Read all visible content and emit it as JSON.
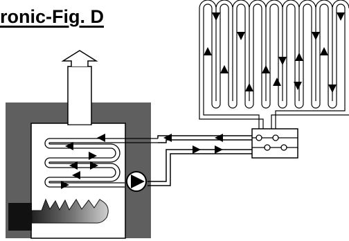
{
  "title": "ronic-Fig. D",
  "colors": {
    "boiler_casing": "#5f5f5f",
    "line": "#000000",
    "fill": "#ffffff",
    "burner_block": "#111111",
    "flame_dark": "#3a3a3a",
    "flame_light": "#d8d8d8"
  },
  "components": [
    "boiler-casing",
    "flue-chimney",
    "flue-cap",
    "heat-exchanger-coil",
    "circulator-pump",
    "burner-block",
    "burner-flame",
    "radiant-floor-loop",
    "manifold",
    "supply-pipe",
    "return-pipe"
  ],
  "icons": [
    "flow-arrow-icon",
    "pump-icon",
    "valve-icon"
  ]
}
